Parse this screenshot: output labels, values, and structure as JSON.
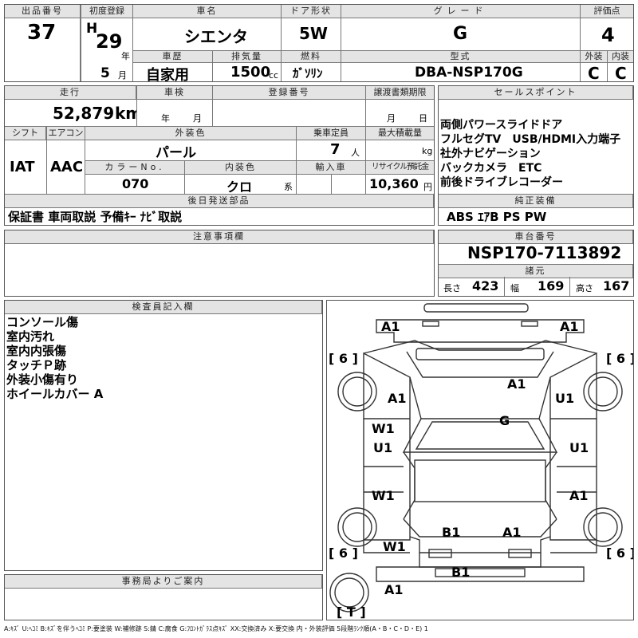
{
  "header": {
    "lot_label": "出品番号",
    "lot": "37",
    "first_reg_label": "初度登録",
    "era": "H",
    "year": "29",
    "year_unit": "年",
    "month": "5",
    "month_unit": "月",
    "car_name_label": "車名",
    "car_name": "シエンタ",
    "door_label": "ドア形状",
    "door": "5W",
    "grade_label": "グレード",
    "grade": "G",
    "score_label": "評価点",
    "score": "4",
    "history_label": "車歴",
    "history": "自家用",
    "displacement_label": "排気量",
    "displacement": "1500",
    "displacement_unit": "cc",
    "fuel_label": "燃料",
    "fuel": "ｶﾞｿﾘﾝ",
    "model_label": "型式",
    "model": "DBA-NSP170G",
    "ext_label": "外装",
    "ext": "C",
    "int_label": "内装",
    "int": "C"
  },
  "specs": {
    "mileage_label": "走行",
    "mileage": "52,879",
    "mileage_unit": "km",
    "inspection_label": "車検",
    "year_unit": "年",
    "month_unit": "月",
    "day_unit": "日",
    "reg_number_label": "登録番号",
    "transfer_label": "譲渡書類期限",
    "shift_label": "シフト",
    "shift": "IAT",
    "ac_label": "エアコン",
    "ac": "AAC",
    "color_label": "外装色",
    "color": "パール",
    "capacity_label": "乗車定員",
    "capacity": "7",
    "capacity_unit": "人",
    "load_label": "最大積載量",
    "load_unit": "kg",
    "color_no_label": "カラーNo.",
    "color_no": "070",
    "int_color_label": "内装色",
    "int_color": "クロ",
    "int_color_unit": "系",
    "import_label": "輸入車",
    "recycle_label": "リサイクル預託金",
    "recycle": "10,360",
    "recycle_unit": "円",
    "later_label": "後日発送部品",
    "later": "保証書 車両取説 予備ｷｰ ﾅﾋﾞ取説"
  },
  "sales": {
    "label": "セールスポイント",
    "lines": [
      "両側パワースライドドア",
      "フルセグTV　USB/HDMI入力端子",
      "社外ナビゲーション",
      "バックカメラ　ETC",
      "前後ドライブレコーダー"
    ],
    "equip_label": "純正装備",
    "equip": "ABS ｴｱB PS PW"
  },
  "notes": {
    "label": "注意事項欄"
  },
  "chassis": {
    "label": "車台番号",
    "number": "NSP170-7113892",
    "dim_label": "諸元",
    "len_label": "長さ",
    "len": "423",
    "wid_label": "幅",
    "wid": "169",
    "hgt_label": "高さ",
    "hgt": "167"
  },
  "inspector": {
    "label": "検査員記入欄",
    "lines": [
      "コンソール傷",
      "室内汚れ",
      "室内内張傷",
      "タッチＰ跡",
      "外装小傷有り",
      "ホイールカバー A"
    ]
  },
  "office": {
    "label": "事務局よりご案内"
  },
  "diagram": {
    "tire_marks": [
      "[ 6 ]",
      "[ 6 ]",
      "[ 6 ]",
      "[ 6 ]",
      "[ T ]"
    ],
    "marks": {
      "front_left": "A1",
      "front_right": "A1",
      "fender_left": "A1",
      "hood": "A1",
      "fender_right": "U1",
      "roof": "G",
      "door_lf_1": "W1",
      "door_lf_2": "U1",
      "door_rf": "U1",
      "door_lr": "W1",
      "door_rr": "A1",
      "quarter_left": "W1",
      "trunk_left": "B1",
      "trunk_right": "A1",
      "rear_bumper": "B1",
      "rear_left": "A1"
    }
  },
  "legend": "A:ｷｽﾞ U:ﾍｺﾐ B:ｷｽﾞを伴うﾍｺﾐ P:要塗装 W:補修跡 S:錆 C:腐食 G:ﾌﾛﾝﾄｶﾞﾗｽ点ｷｽﾞ XX:交換済み X:要交換 内・外装評価 5段階ﾗﾝｸ順(A・B・C・D・E) 1"
}
